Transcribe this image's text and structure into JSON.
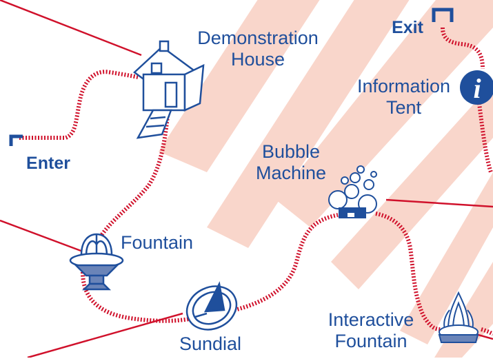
{
  "map": {
    "labels": {
      "demonstration_house_line1": "Demonstration",
      "demonstration_house_line2": "House",
      "exit": "Exit",
      "information_line1": "Information",
      "information_line2": "Tent",
      "enter": "Enter",
      "bubble_line1": "Bubble",
      "bubble_line2": "Machine",
      "fountain": "Fountain",
      "sundial": "Sundial",
      "interactive_line1": "Interactive",
      "interactive_line2": "Fountain",
      "info_glyph": "i"
    },
    "colors": {
      "path": "#d0112b",
      "accent_blue": "#1f4f9c",
      "background_rays": "#f8cfc2",
      "background": "#ffffff"
    },
    "icons": [
      "house-icon",
      "fountain-icon",
      "sundial-icon",
      "bubble-machine-icon",
      "interactive-fountain-icon",
      "info-icon",
      "enter-marker-icon",
      "exit-marker-icon"
    ]
  }
}
